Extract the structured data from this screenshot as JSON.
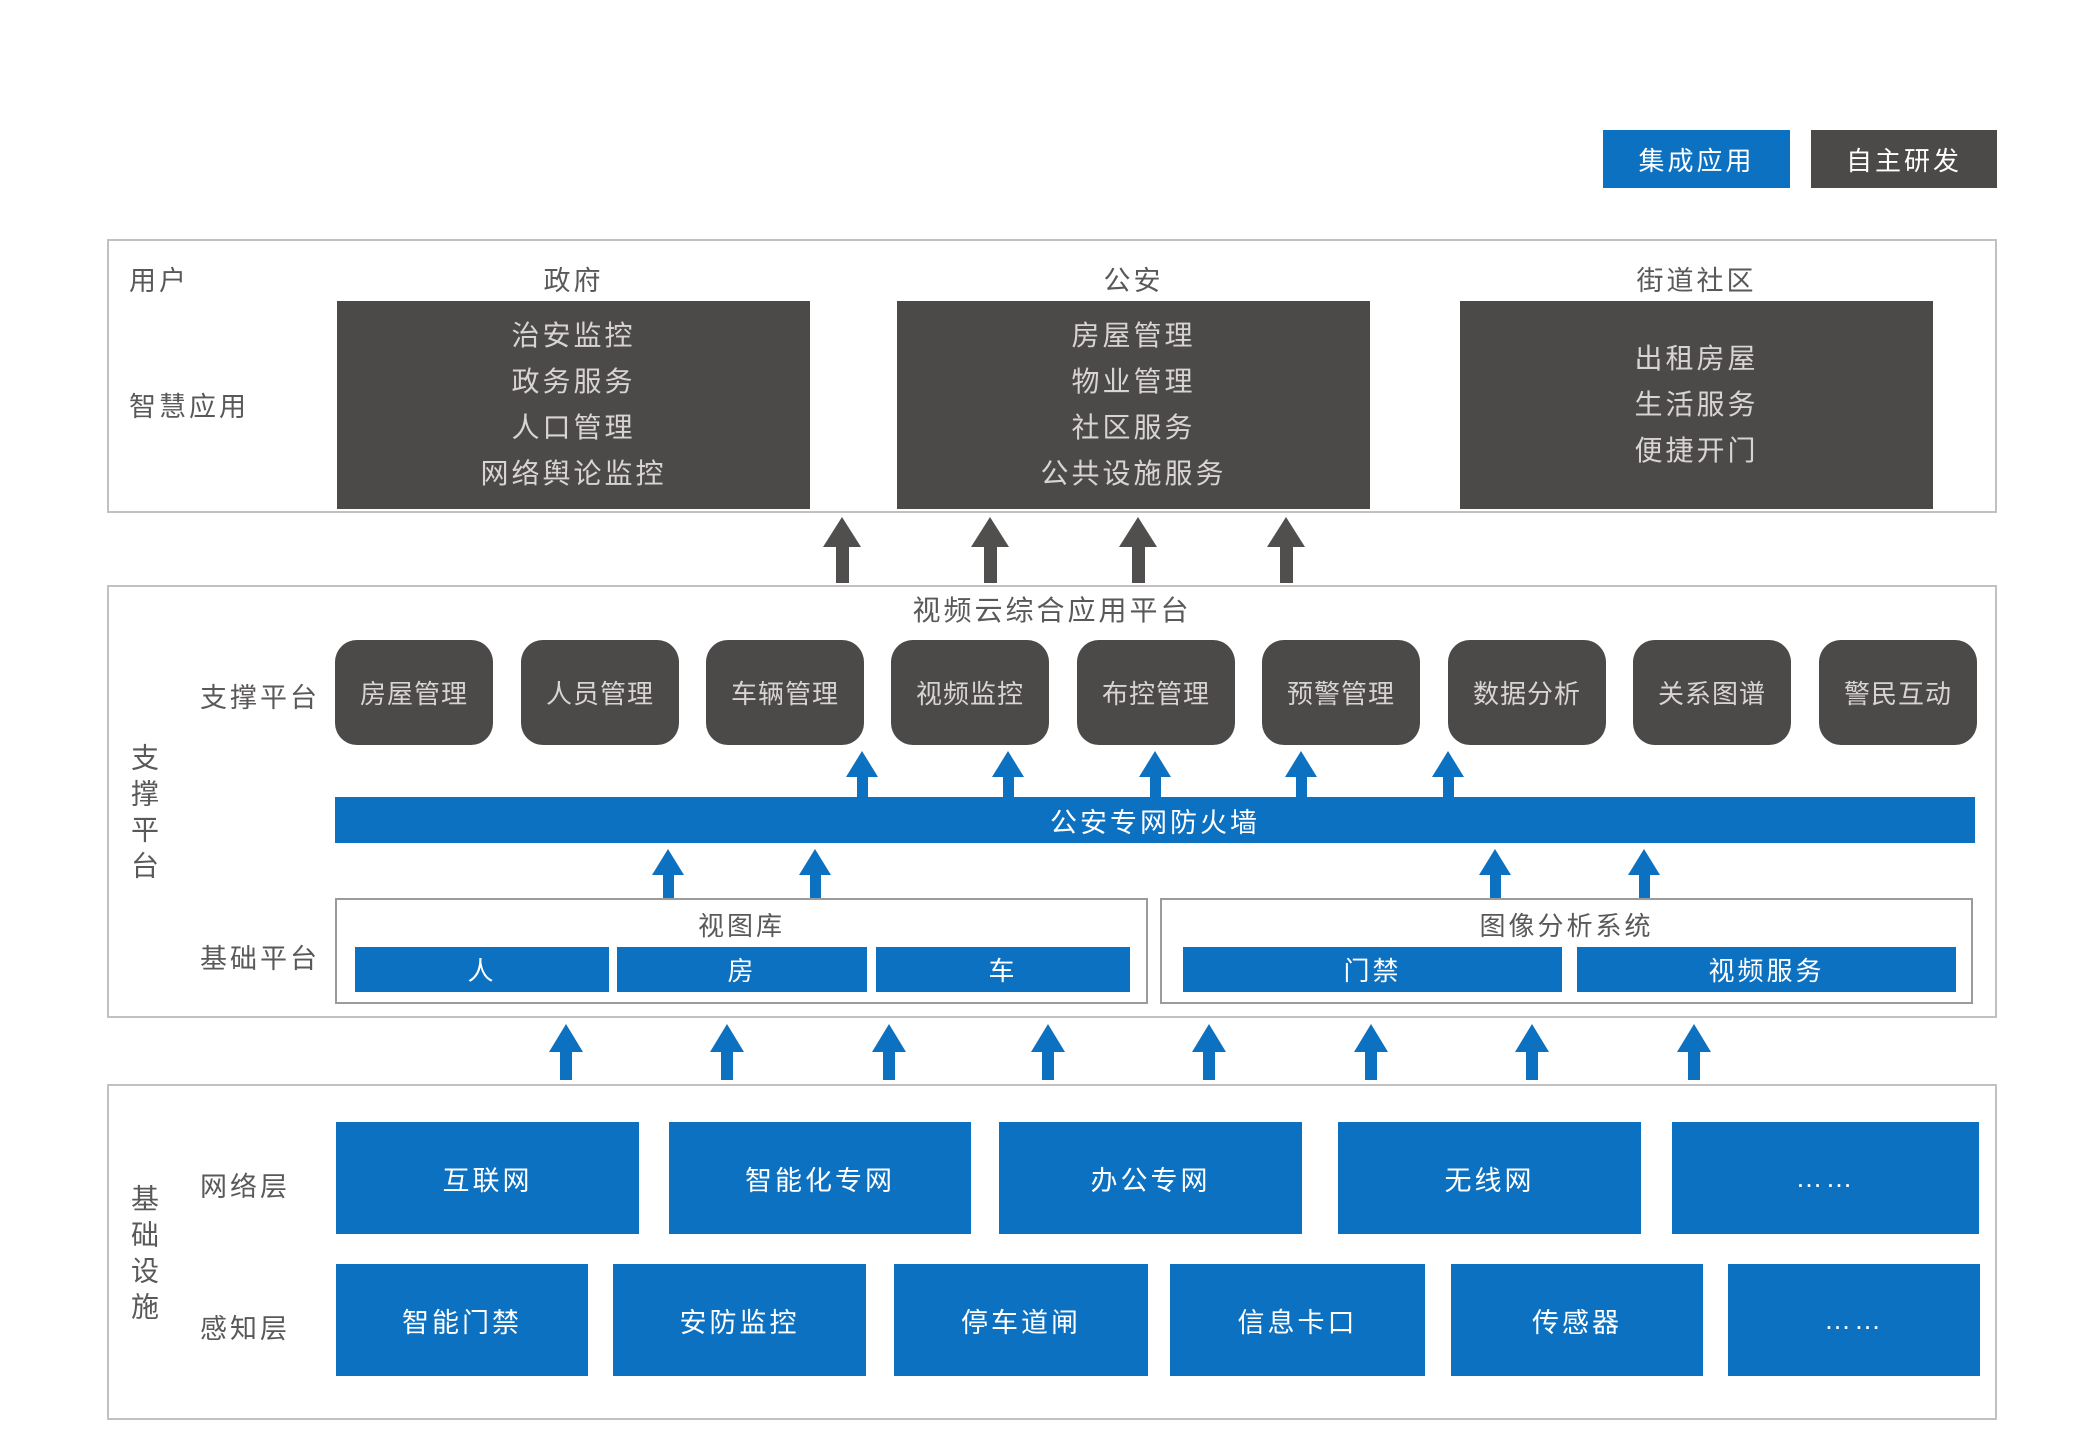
{
  "colors": {
    "accent_blue": "#0D71C2",
    "dark_gray": "#4C4949"
  },
  "legend": {
    "integrated": "集成应用",
    "self_developed": "自主研发"
  },
  "user_section": {
    "row1_label": "用户",
    "row2_label": "智慧应用",
    "columns": [
      {
        "header": "政府",
        "items": [
          "治安监控",
          "政务服务",
          "人口管理",
          "网络舆论监控"
        ]
      },
      {
        "header": "公安",
        "items": [
          "房屋管理",
          "物业管理",
          "社区服务",
          "公共设施服务"
        ]
      },
      {
        "header": "街道社区",
        "items": [
          "出租房屋",
          "生活服务",
          "便捷开门"
        ]
      }
    ]
  },
  "platform_section": {
    "title": "视频云综合应用平台",
    "side_label": "支撑平台",
    "support_row_label": "支撑平台",
    "support_items": [
      "房屋管理",
      "人员管理",
      "车辆管理",
      "视频监控",
      "布控管理",
      "预警管理",
      "数据分析",
      "关系图谱",
      "警民互动"
    ],
    "firewall_label": "公安专网防火墙",
    "base_row_label": "基础平台",
    "base_boxes": [
      {
        "title": "视图库",
        "items": [
          "人",
          "房",
          "车"
        ]
      },
      {
        "title": "图像分析系统",
        "items": [
          "门禁",
          "视频服务"
        ]
      }
    ]
  },
  "infra_section": {
    "side_label": "基础设施",
    "rows": [
      {
        "label": "网络层",
        "items": [
          "互联网",
          "智能化专网",
          "办公专网",
          "无线网",
          "……"
        ]
      },
      {
        "label": "感知层",
        "items": [
          "智能门禁",
          "安防监控",
          "停车道闸",
          "信息卡口",
          "传感器",
          "……"
        ]
      }
    ]
  }
}
